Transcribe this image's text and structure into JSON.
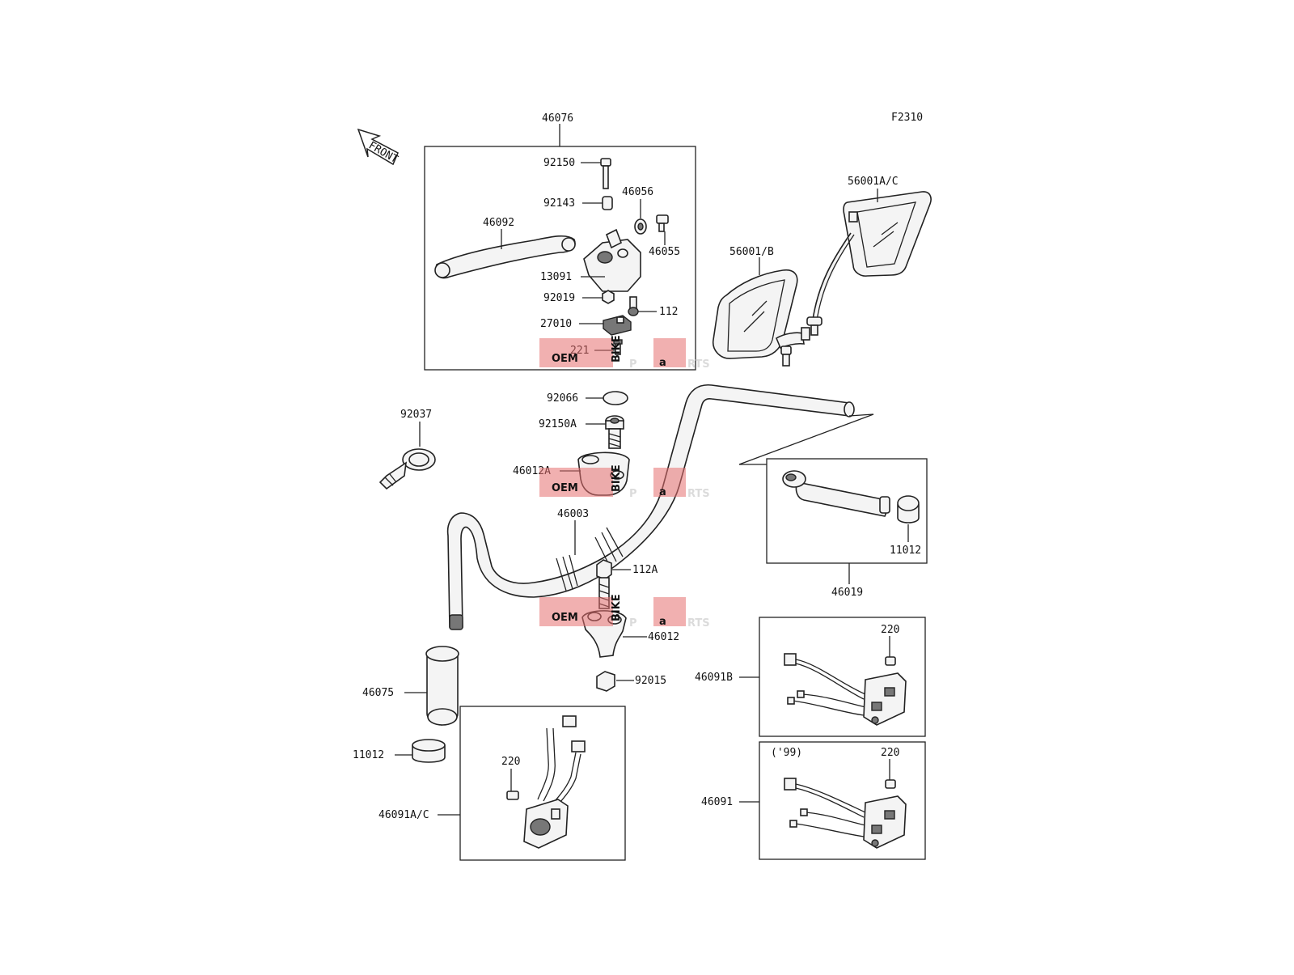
{
  "figure_code": "F2310",
  "front_label": "FRONT",
  "watermark": {
    "oem": "OEM",
    "bike": "BIKE",
    "parts_p": "P",
    "parts_a": "a",
    "parts_rts": "RTS"
  },
  "callouts": {
    "c46076": "46076",
    "c92150": "92150",
    "c92143": "92143",
    "c46056": "46056",
    "c46092": "46092",
    "c46055": "46055",
    "c13091": "13091",
    "c92019": "92019",
    "c112": "112",
    "c27010": "27010",
    "c221": "221",
    "c56001AC": "56001A/C",
    "c56001B": "56001/B",
    "c92066": "92066",
    "c92150A": "92150A",
    "c92037": "92037",
    "c46012A": "46012A",
    "c46003": "46003",
    "c112A": "112A",
    "c46012": "46012",
    "c92015": "92015",
    "c46075": "46075",
    "c11012L": "11012",
    "c11012R": "11012",
    "c46019": "46019",
    "c220A": "220",
    "c46091AC": "46091A/C",
    "c220B": "220",
    "c46091B": "46091B",
    "c99": "('99)",
    "c220C": "220",
    "c46091": "46091"
  }
}
